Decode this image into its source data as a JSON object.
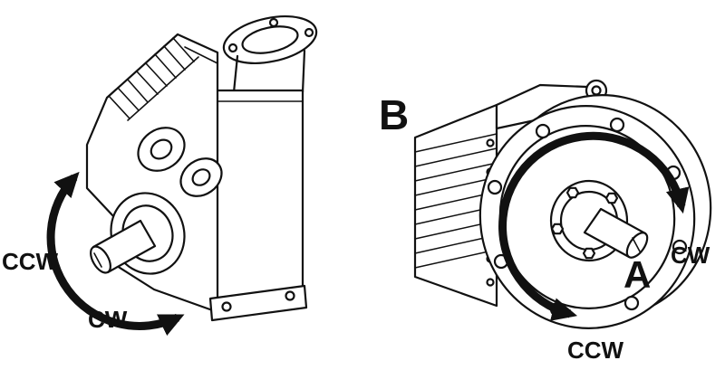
{
  "diagram": {
    "background_color": "#ffffff",
    "line_color": "#111111",
    "arrow_color": "#111111",
    "left_unit": {
      "type": "parallel-shaft-gearmotor",
      "labels": {
        "ccw": "CCW",
        "cw": "CW"
      }
    },
    "right_unit": {
      "type": "flange-mounted-gearmotor",
      "labels": {
        "b": "B",
        "a": "A",
        "cw": "CW",
        "ccw": "CCW"
      }
    }
  }
}
